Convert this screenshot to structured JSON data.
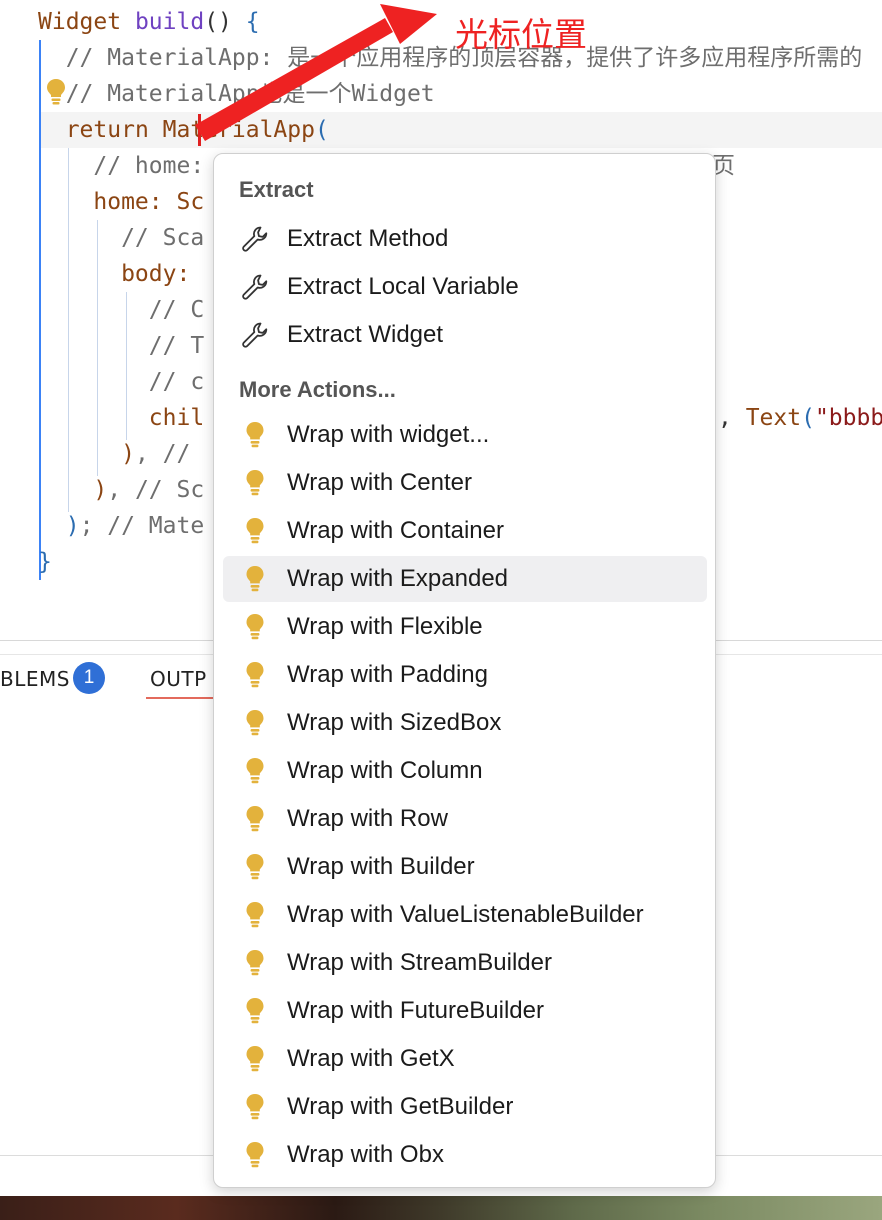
{
  "annotation": {
    "text": "光标位置"
  },
  "editor": {
    "lines": [
      {
        "parts": [
          {
            "t": "Widget ",
            "c": "cls"
          },
          {
            "t": "build",
            "c": "fn"
          },
          {
            "t": "() ",
            "c": "plain"
          },
          {
            "t": "{",
            "c": "br"
          }
        ]
      },
      {
        "parts": [
          {
            "t": "  // MaterialApp: 是一个应用程序的顶层容器，提供了许多应用程序所需的",
            "c": "cm"
          }
        ]
      },
      {
        "parts": [
          {
            "t": "  // MaterialApp也是一个Widget",
            "c": "cm"
          }
        ]
      },
      {
        "parts": [
          {
            "t": "  ",
            "c": "plain"
          },
          {
            "t": "return ",
            "c": "kw"
          },
          {
            "t": "MaterialApp",
            "c": "cls"
          },
          {
            "t": "(",
            "c": "br"
          }
        ]
      },
      {
        "parts": [
          {
            "t": "    // home:",
            "c": "cm"
          }
        ]
      },
      {
        "parts": [
          {
            "t": "    home: ",
            "c": "kw"
          },
          {
            "t": "Sc",
            "c": "cls"
          }
        ]
      },
      {
        "parts": [
          {
            "t": "      // Sca",
            "c": "cm"
          }
        ]
      },
      {
        "parts": [
          {
            "t": "      body: ",
            "c": "kw"
          }
        ]
      },
      {
        "parts": [
          {
            "t": "        // C",
            "c": "cm"
          }
        ]
      },
      {
        "parts": [
          {
            "t": "        // T",
            "c": "cm"
          }
        ]
      },
      {
        "parts": [
          {
            "t": "        // c",
            "c": "cm"
          }
        ]
      },
      {
        "parts": [
          {
            "t": "        chil",
            "c": "kw"
          }
        ]
      },
      {
        "parts": [
          {
            "t": "      ",
            "c": "plain"
          },
          {
            "t": ")",
            "c": "kw"
          },
          {
            "t": ", //",
            "c": "cm"
          }
        ]
      },
      {
        "parts": [
          {
            "t": "    ",
            "c": "plain"
          },
          {
            "t": ")",
            "c": "kw"
          },
          {
            "t": ", // Sc",
            "c": "cm"
          }
        ]
      },
      {
        "parts": [
          {
            "t": "  ",
            "c": "plain"
          },
          {
            "t": ")",
            "c": "br"
          },
          {
            "t": "; // Mate",
            "c": "cm"
          }
        ]
      },
      {
        "parts": [
          {
            "t": "}",
            "c": "br"
          }
        ]
      }
    ],
    "right_fragments": {
      "home_suffix": "页",
      "child_suffix_comma": ", ",
      "child_suffix_text": "Text",
      "child_suffix_paren": "(",
      "child_suffix_str": "\"bbbb"
    }
  },
  "panel": {
    "problems_label": "BLEMS",
    "problems_count": "1",
    "output_label": "OUTP"
  },
  "menu": {
    "extract_header": "Extract",
    "extract_items": [
      {
        "label": "Extract Method",
        "icon": "wrench-icon"
      },
      {
        "label": "Extract Local Variable",
        "icon": "wrench-icon"
      },
      {
        "label": "Extract Widget",
        "icon": "wrench-icon"
      }
    ],
    "more_header": "More Actions...",
    "more_items": [
      {
        "label": "Wrap with widget...",
        "icon": "lightbulb-icon"
      },
      {
        "label": "Wrap with Center",
        "icon": "lightbulb-icon"
      },
      {
        "label": "Wrap with Container",
        "icon": "lightbulb-icon"
      },
      {
        "label": "Wrap with Expanded",
        "icon": "lightbulb-icon",
        "selected": true
      },
      {
        "label": "Wrap with Flexible",
        "icon": "lightbulb-icon"
      },
      {
        "label": "Wrap with Padding",
        "icon": "lightbulb-icon"
      },
      {
        "label": "Wrap with SizedBox",
        "icon": "lightbulb-icon"
      },
      {
        "label": "Wrap with Column",
        "icon": "lightbulb-icon"
      },
      {
        "label": "Wrap with Row",
        "icon": "lightbulb-icon"
      },
      {
        "label": "Wrap with Builder",
        "icon": "lightbulb-icon"
      },
      {
        "label": "Wrap with ValueListenableBuilder",
        "icon": "lightbulb-icon"
      },
      {
        "label": "Wrap with StreamBuilder",
        "icon": "lightbulb-icon"
      },
      {
        "label": "Wrap with FutureBuilder",
        "icon": "lightbulb-icon"
      },
      {
        "label": "Wrap with GetX",
        "icon": "lightbulb-icon"
      },
      {
        "label": "Wrap with GetBuilder",
        "icon": "lightbulb-icon"
      },
      {
        "label": "Wrap with Obx",
        "icon": "lightbulb-icon"
      }
    ]
  },
  "colors": {
    "accent_bulb": "#e3b23c",
    "annotation_red": "#ee2222",
    "badge_blue": "#2f6fd6"
  }
}
